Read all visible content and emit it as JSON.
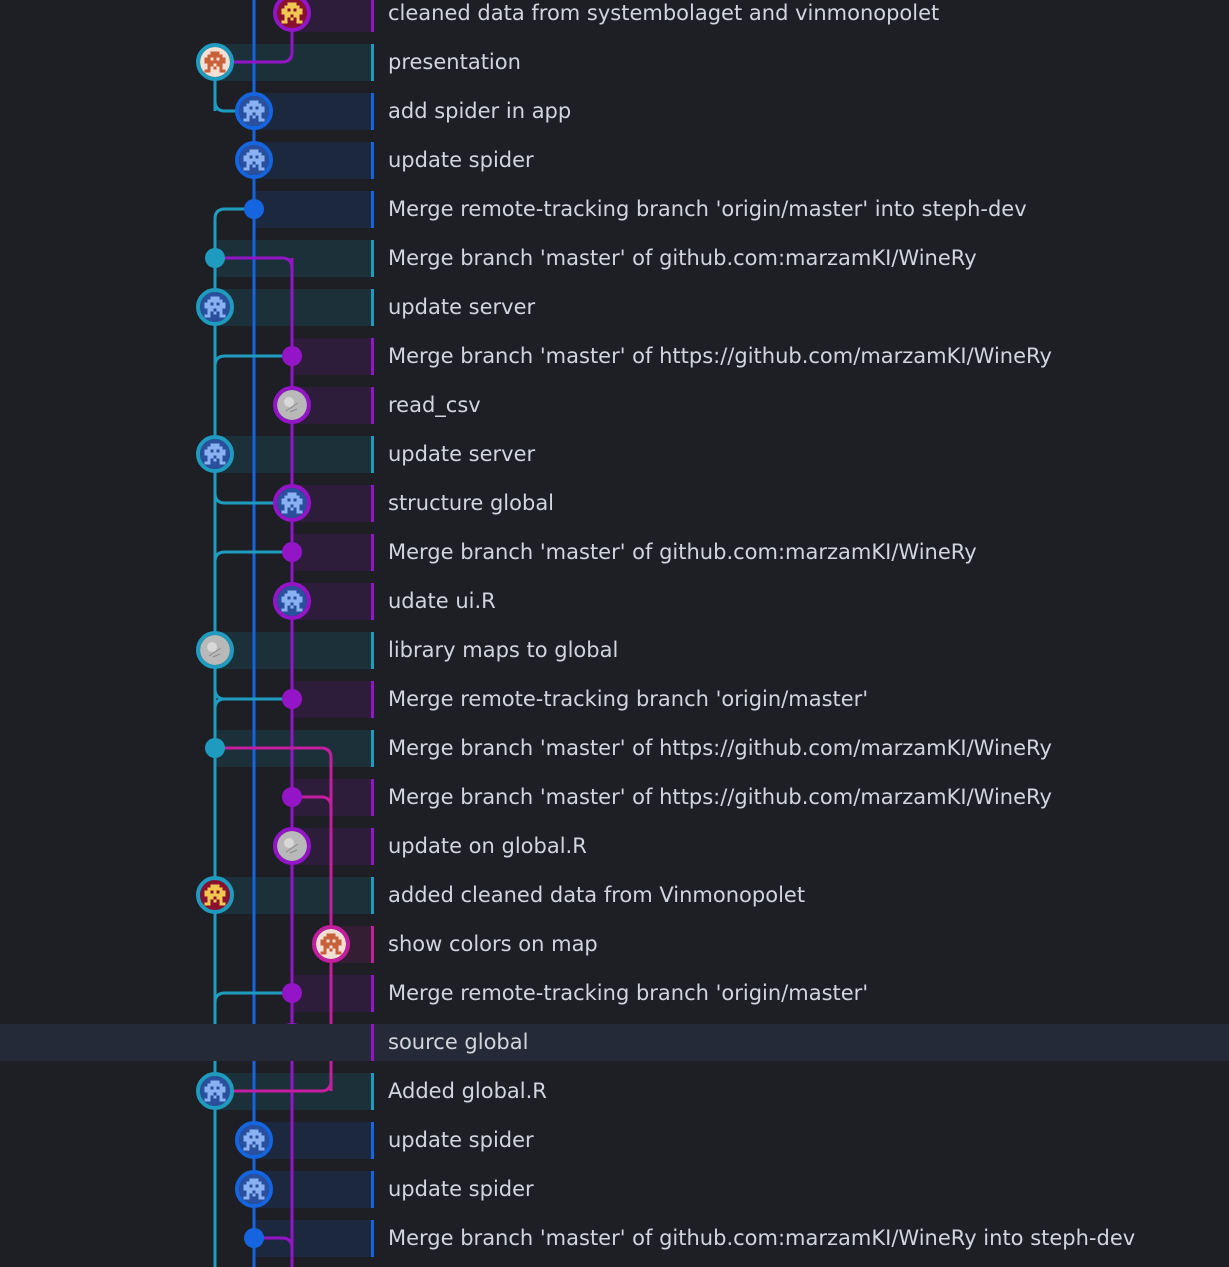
{
  "colors": {
    "background": "#1d1f24",
    "lane_teal": "#1f9bbf",
    "lane_blue": "#1565e0",
    "lane_purple": "#9414c7",
    "lane_magenta": "#c21e9e",
    "selected_row": "#252a38",
    "text": "#d2d5dc"
  },
  "commits": [
    {
      "message": "cleaned data from systembolaget and vinmonopolet",
      "lane": "purple",
      "node": "avatar",
      "avatar": "pixel-avatar-yellow"
    },
    {
      "message": "presentation",
      "lane": "teal",
      "node": "avatar",
      "avatar": "pixel-avatar-orange"
    },
    {
      "message": "add spider in app",
      "lane": "blue",
      "node": "avatar",
      "avatar": "pixel-avatar-blue"
    },
    {
      "message": "update spider",
      "lane": "blue",
      "node": "avatar",
      "avatar": "pixel-avatar-blue"
    },
    {
      "message": "Merge remote-tracking branch 'origin/master' into steph-dev",
      "lane": "blue",
      "node": "merge"
    },
    {
      "message": "Merge branch 'master' of github.com:marzamKI/WineRy",
      "lane": "teal",
      "node": "merge"
    },
    {
      "message": "update server",
      "lane": "teal",
      "node": "avatar",
      "avatar": "pixel-avatar-blue"
    },
    {
      "message": "Merge branch 'master' of https://github.com/marzamKI/WineRy",
      "lane": "purple",
      "node": "merge"
    },
    {
      "message": "read_csv",
      "lane": "purple",
      "node": "avatar",
      "avatar": "gray-avatar"
    },
    {
      "message": "update server",
      "lane": "teal",
      "node": "avatar",
      "avatar": "pixel-avatar-blue"
    },
    {
      "message": "structure global",
      "lane": "purple",
      "node": "avatar",
      "avatar": "pixel-avatar-blue"
    },
    {
      "message": "Merge branch 'master' of github.com:marzamKI/WineRy",
      "lane": "purple",
      "node": "merge"
    },
    {
      "message": "udate ui.R",
      "lane": "purple",
      "node": "avatar",
      "avatar": "pixel-avatar-blue"
    },
    {
      "message": "library maps to global",
      "lane": "teal",
      "node": "avatar",
      "avatar": "gray-avatar"
    },
    {
      "message": "Merge remote-tracking branch 'origin/master'",
      "lane": "purple",
      "node": "merge"
    },
    {
      "message": "Merge branch 'master' of https://github.com/marzamKI/WineRy",
      "lane": "teal",
      "node": "merge"
    },
    {
      "message": "Merge branch 'master' of https://github.com/marzamKI/WineRy",
      "lane": "purple",
      "node": "merge"
    },
    {
      "message": "update on global.R",
      "lane": "purple",
      "node": "avatar",
      "avatar": "gray-avatar"
    },
    {
      "message": "added cleaned data from Vinmonopolet",
      "lane": "teal",
      "node": "avatar",
      "avatar": "pixel-avatar-yellow"
    },
    {
      "message": "show colors on map",
      "lane": "magenta",
      "node": "avatar",
      "avatar": "pixel-avatar-orange"
    },
    {
      "message": "Merge remote-tracking branch 'origin/master'",
      "lane": "purple",
      "node": "merge"
    },
    {
      "message": "source global",
      "lane": "purple",
      "node": "avatar",
      "avatar": "gray-avatar",
      "selected": true
    },
    {
      "message": "Added global.R",
      "lane": "teal",
      "node": "avatar",
      "avatar": "pixel-avatar-blue"
    },
    {
      "message": "update spider",
      "lane": "blue",
      "node": "avatar",
      "avatar": "pixel-avatar-blue"
    },
    {
      "message": "update spider",
      "lane": "blue",
      "node": "avatar",
      "avatar": "pixel-avatar-blue"
    },
    {
      "message": "Merge branch 'master' of github.com:marzamKI/WineRy into steph-dev",
      "lane": "blue",
      "node": "merge"
    }
  ]
}
